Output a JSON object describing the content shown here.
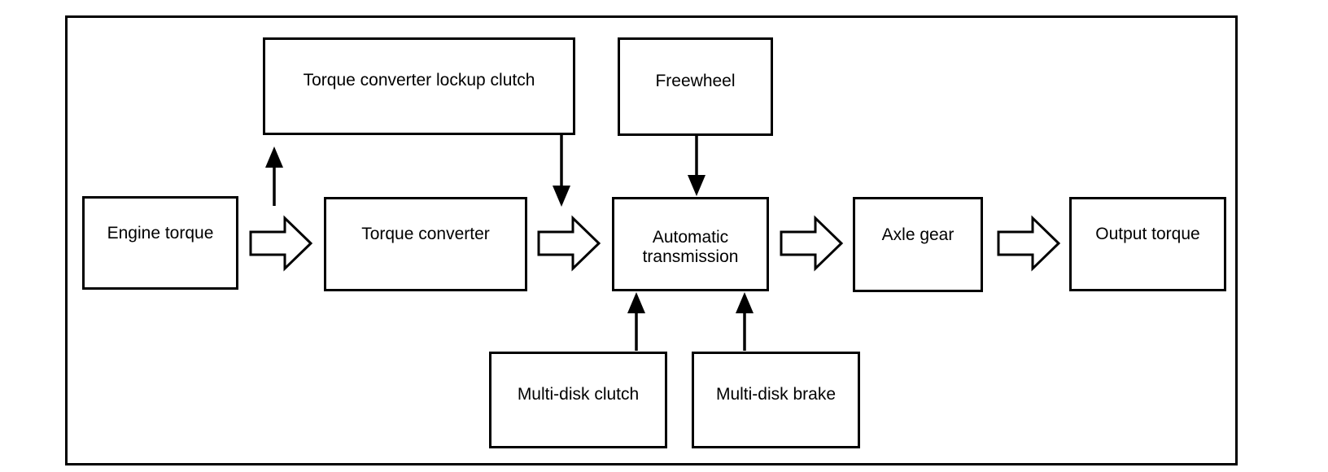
{
  "diagram": {
    "kind": "block-flow-diagram",
    "colors": {
      "background": "#ffffff",
      "line": "#000000",
      "box_fill": "#ffffff",
      "text": "#000000"
    },
    "nodes": {
      "engine_torque": {
        "label": "Engine torque"
      },
      "torque_converter_lockup_clutch": {
        "label": "Torque converter lockup clutch"
      },
      "freewheel": {
        "label": "Freewheel"
      },
      "torque_converter": {
        "label": "Torque converter"
      },
      "automatic_transmission": {
        "label": "Automatic transmission"
      },
      "axle_gear": {
        "label": "Axle gear"
      },
      "output_torque": {
        "label": "Output torque"
      },
      "multi_disk_clutch": {
        "label": "Multi-disk clutch"
      },
      "multi_disk_brake": {
        "label": "Multi-disk brake"
      }
    },
    "connections": [
      {
        "from": "engine_torque",
        "to": "torque_converter",
        "style": "hollow-block-arrow",
        "direction": "right"
      },
      {
        "from": "torque_converter",
        "to": "automatic_transmission",
        "style": "hollow-block-arrow",
        "direction": "right"
      },
      {
        "from": "automatic_transmission",
        "to": "axle_gear",
        "style": "hollow-block-arrow",
        "direction": "right"
      },
      {
        "from": "axle_gear",
        "to": "output_torque",
        "style": "hollow-block-arrow",
        "direction": "right"
      },
      {
        "from": "torque_converter",
        "to": "torque_converter_lockup_clutch",
        "style": "thin-arrow",
        "direction": "up"
      },
      {
        "from": "torque_converter_lockup_clutch",
        "to": "automatic_transmission",
        "style": "thin-arrow",
        "direction": "down"
      },
      {
        "from": "freewheel",
        "to": "automatic_transmission",
        "style": "thin-arrow",
        "direction": "down"
      },
      {
        "from": "multi_disk_clutch",
        "to": "automatic_transmission",
        "style": "thin-arrow",
        "direction": "up"
      },
      {
        "from": "multi_disk_brake",
        "to": "automatic_transmission",
        "style": "thin-arrow",
        "direction": "up"
      }
    ]
  }
}
